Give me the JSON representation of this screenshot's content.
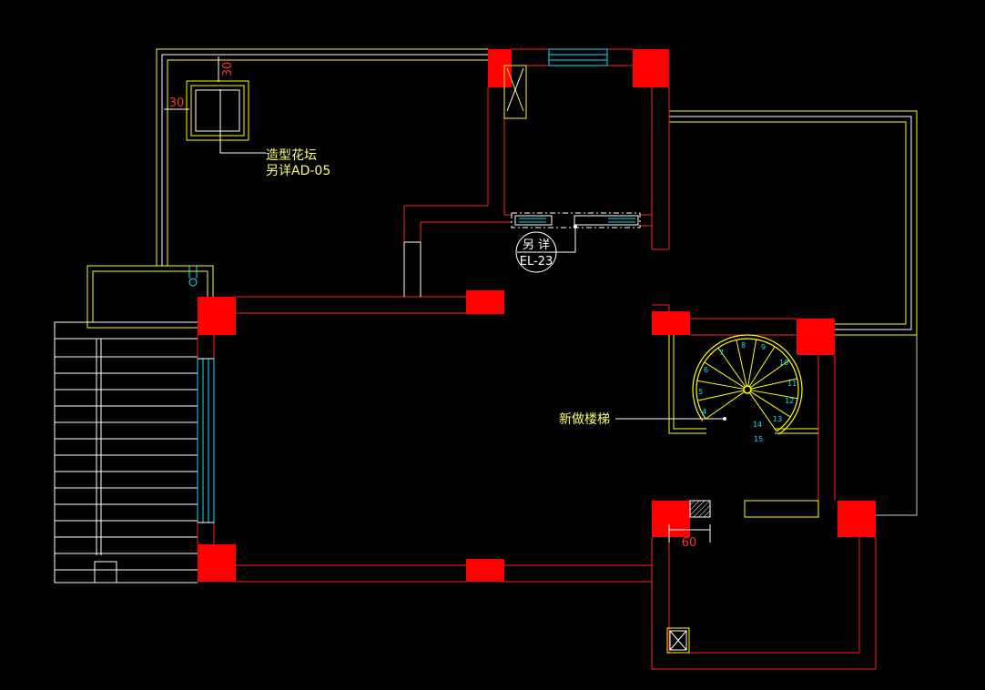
{
  "annotations": {
    "planter_label_1": "造型花坛",
    "planter_label_2": "另详AD-05",
    "stair_label": "新做楼梯",
    "detail_ref_top": "另 详",
    "detail_ref_bottom": "EL-23"
  },
  "dimensions": {
    "planter_width": "30",
    "planter_height": "30",
    "wall_width": "60"
  },
  "stair_step_numbers": [
    "4",
    "5",
    "6",
    "7",
    "8",
    "9",
    "10",
    "11",
    "12",
    "13",
    "14",
    "15"
  ],
  "colors": {
    "background": "#000000",
    "wall_fill": "#ff0000",
    "wall_line": "#ff2020",
    "yellow_line": "#ffff00",
    "white_line": "#ffffff",
    "cyan_line": "#00e5ff",
    "dim_text": "#ff3030",
    "label_text": "#ffff66"
  }
}
